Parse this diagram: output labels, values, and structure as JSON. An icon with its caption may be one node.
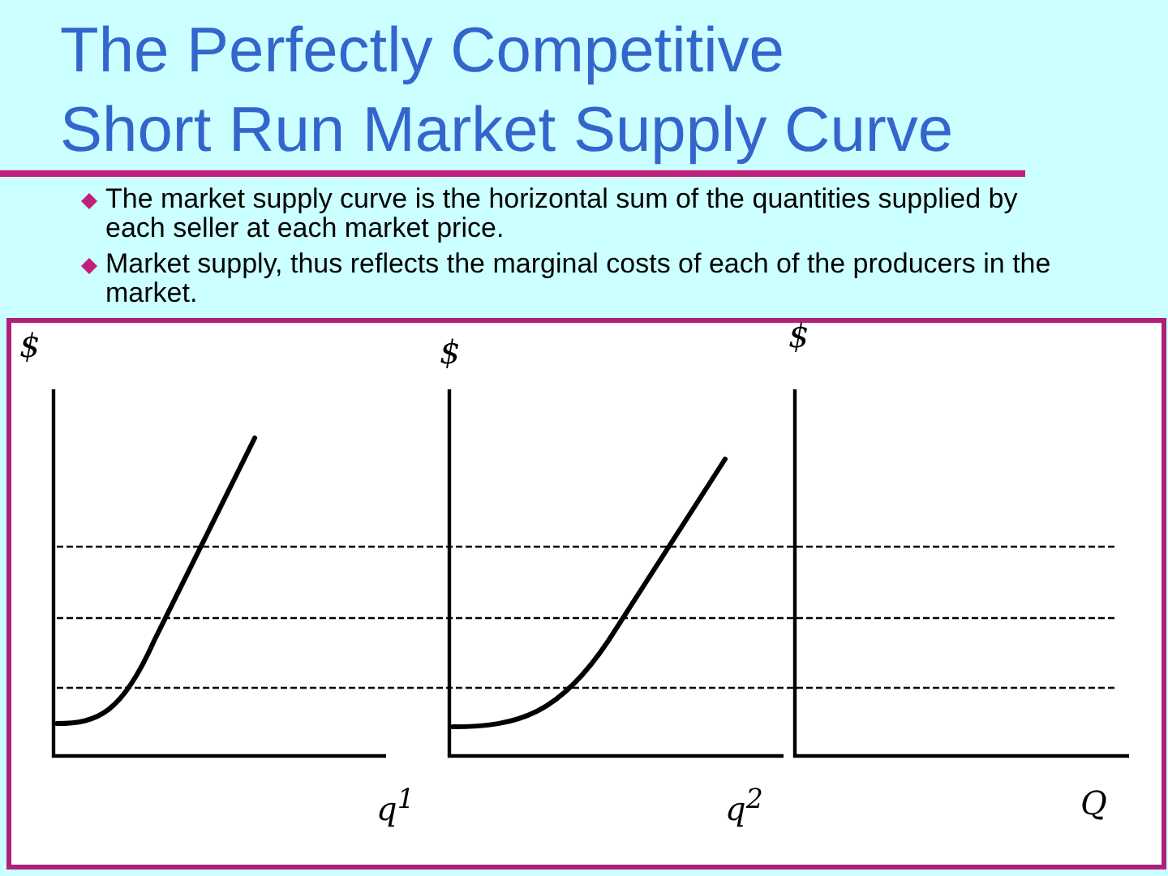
{
  "diagram": {
    "title": "The Perfectly Competitive Short Run Market Supply Curve",
    "labels": [
      "The market supply curve is the horizontal sum of the quantities supplied by each seller at each market price.",
      "Market supply, thus reflects the marginal costs of each of the producers in the market.",
      "$",
      "$",
      "$",
      "q$^{1}$",
      "q$^{2}$",
      "Q"
    ]
  }
}
